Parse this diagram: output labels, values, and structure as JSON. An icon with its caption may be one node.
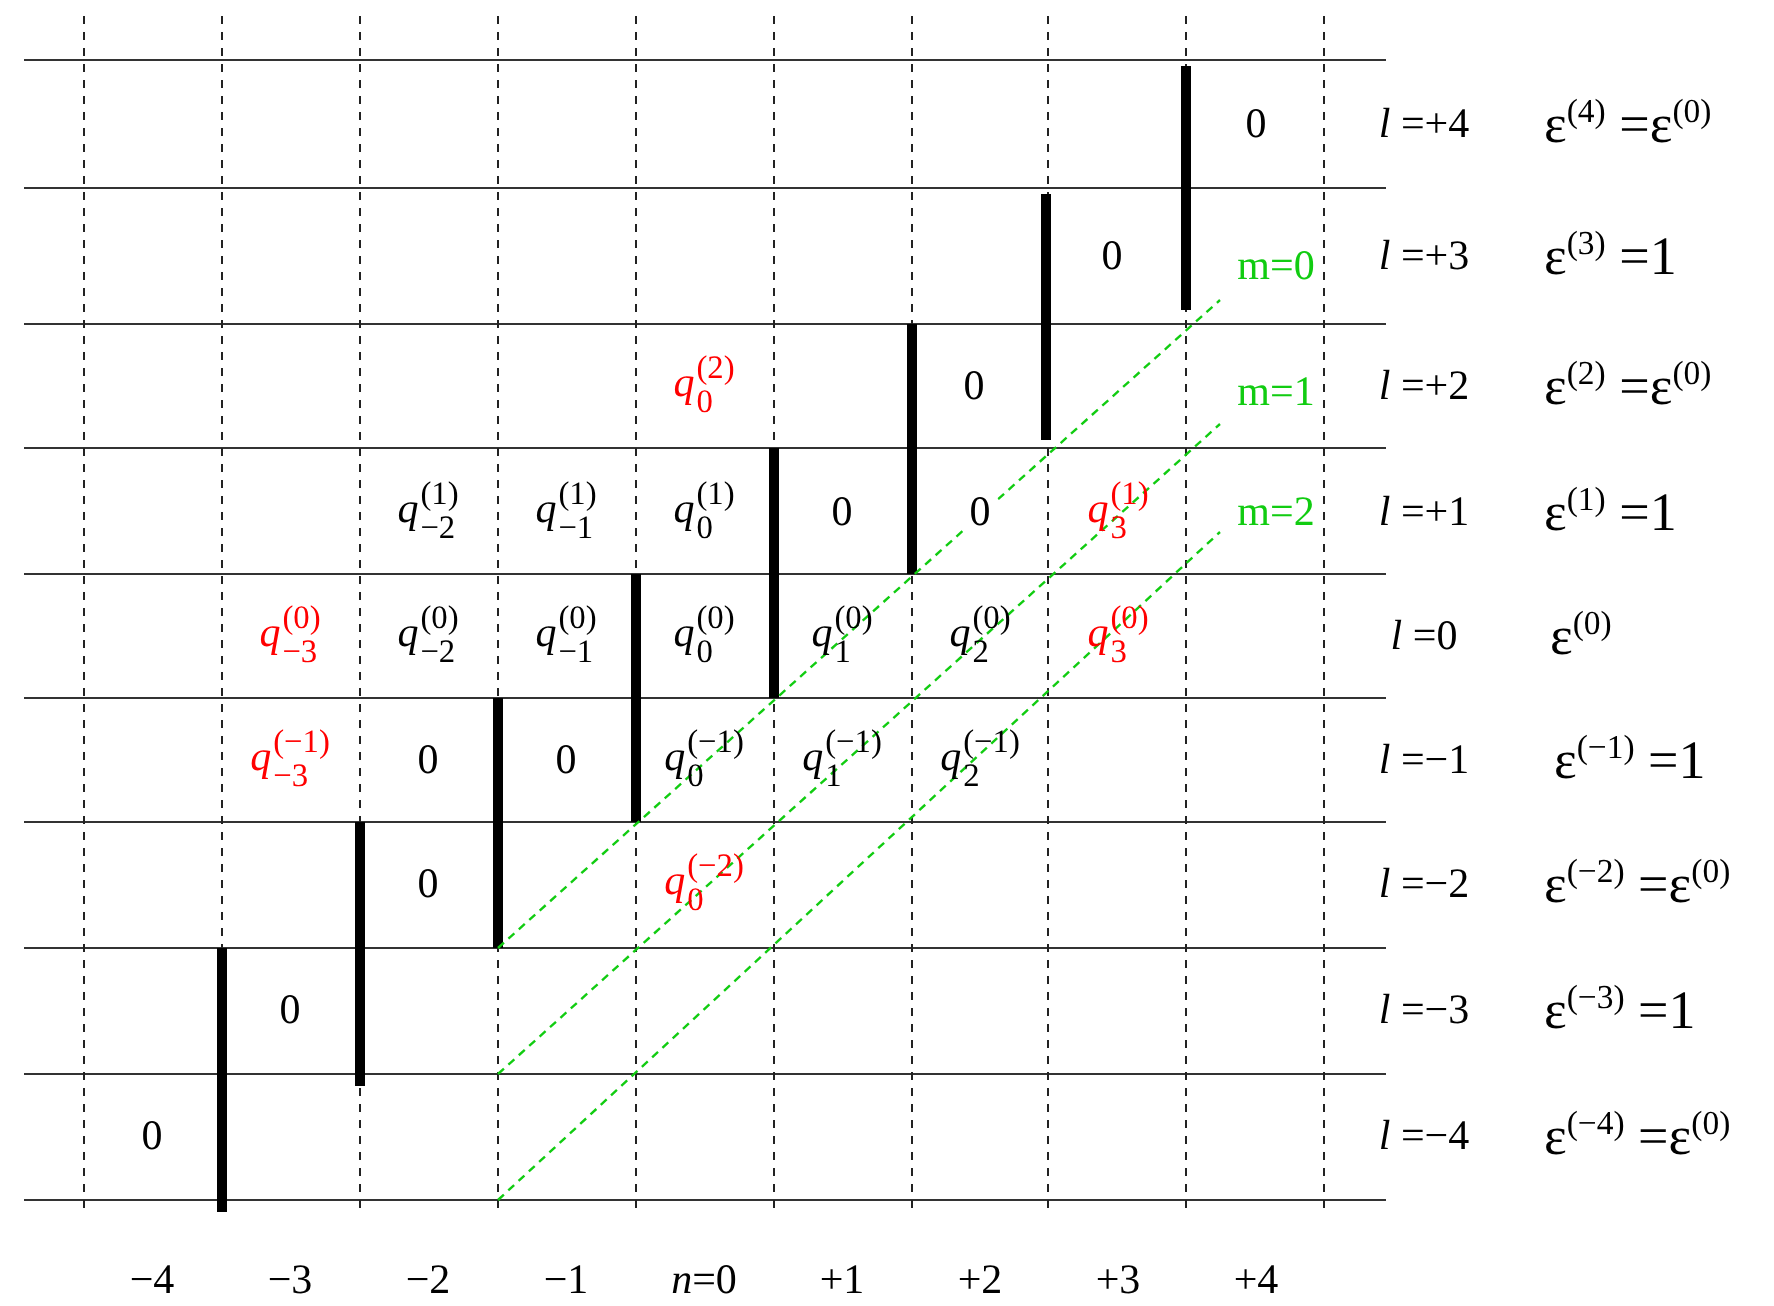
{
  "diagram": {
    "labels": [
      "0",
      "*l* =+4",
      "ε$^{(4)}$ =ε$^{(0)}$",
      "0",
      "m=0",
      "*l* =+3",
      "ε$^{(3)}$ =1",
      "*q*$^{(2)}$$_{0}$",
      "0",
      "m=1",
      "*l* =+2",
      "ε$^{(2)}$ =ε$^{(0)}$",
      "*q*$^{(1)}$$_{−2}$",
      "*q*$^{(1)}$$_{−1}$",
      "*q*$^{(1)}$$_{0}$",
      "0",
      "0",
      "*q*$^{(1)}$$_{3}$",
      "m=2",
      "*l* =+1",
      "ε$^{(1)}$ =1",
      "*q*$^{(0)}$$_{−3}$",
      "*q*$^{(0)}$$_{−2}$",
      "*q*$^{(0)}$$_{−1}$",
      "*q*$^{(0)}$$_{0}$",
      "*q*$^{(0)}$$_{1}$",
      "*q*$^{(0)}$$_{2}$",
      "*q*$^{(0)}$$_{3}$",
      "*l* =0",
      "ε$^{(0)}$",
      "*q*$^{(−1)}$$_{−3}$",
      "0",
      "0",
      "*q*$^{(−1)}$$_{0}$",
      "*q*$^{(−1)}$$_{1}$",
      "*q*$^{(−1)}$$_{2}$",
      "*l* =−1",
      "ε$^{(−1)}$ =1",
      "0",
      "*q*$^{(−2)}$$_{0}$",
      "*l* =−2",
      "ε$^{(−2)}$ =ε$^{(0)}$",
      "0",
      "*l* =−3",
      "ε$^{(−3)}$ =1",
      "0",
      "*l* =−4",
      "ε$^{(−4)}$ =ε$^{(0)}$",
      "−4",
      "−3",
      "−2",
      "−1",
      "*n*=0",
      "+1",
      "+2",
      "+3",
      "+4"
    ]
  }
}
